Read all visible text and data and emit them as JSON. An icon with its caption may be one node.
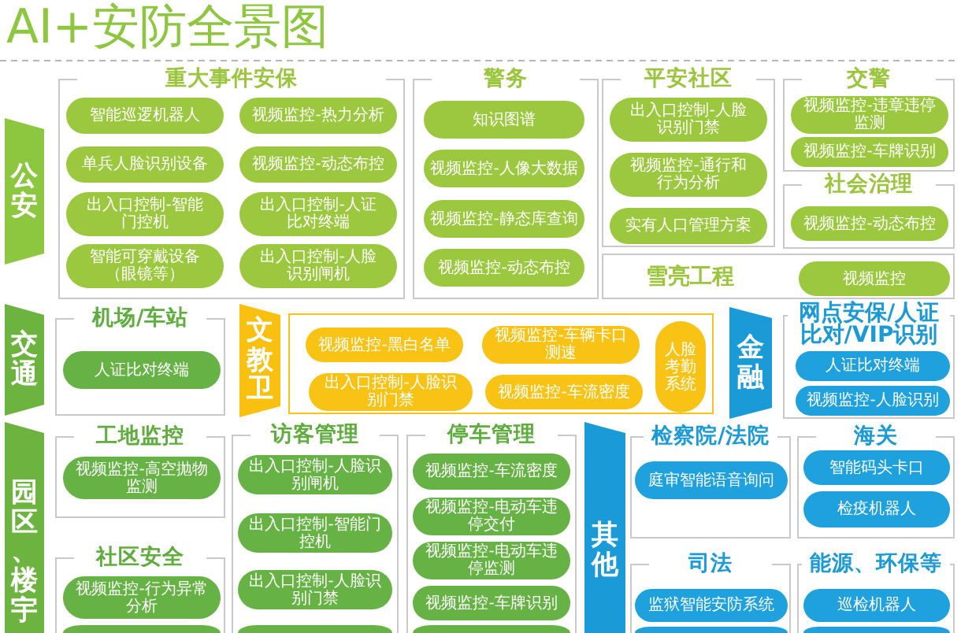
{
  "diagram": {
    "title": "AI+安防全景图",
    "nodes": [
      {
        "text": [
          "公安"
        ]
      },
      {
        "text": [
          "重大事件安保"
        ]
      },
      {
        "text": [
          "智能巡逻机器人"
        ],
        "in": 1
      },
      {
        "text": [
          "视频监控-热力分析"
        ],
        "in": 1
      },
      {
        "text": [
          "单兵人脸识别设备"
        ],
        "in": 1
      },
      {
        "text": [
          "视频监控-动态布控"
        ],
        "in": 1
      },
      {
        "text": [
          "出入口控制-智能门控机"
        ],
        "in": 1
      },
      {
        "text": [
          "出入口控制-人证比对终端"
        ],
        "in": 1
      },
      {
        "text": [
          "智能可穿戴设备（眼镜等）"
        ],
        "in": 1
      },
      {
        "text": [
          "出入口控制-人脸识别闸机"
        ],
        "in": 1
      },
      {
        "text": [
          "警务"
        ]
      },
      {
        "text": [
          "知识图谱"
        ],
        "in": 10
      },
      {
        "text": [
          "视频监控-人像大数据"
        ],
        "in": 10
      },
      {
        "text": [
          "视频监控-静态库查询"
        ],
        "in": 10
      },
      {
        "text": [
          "视频监控-动态布控"
        ],
        "in": 10
      },
      {
        "text": [
          "平安社区"
        ]
      },
      {
        "text": [
          "出入口控制-人脸识别门禁"
        ],
        "in": 15
      },
      {
        "text": [
          "视频监控-通行和行为分析"
        ],
        "in": 15
      },
      {
        "text": [
          "实有人口管理方案"
        ],
        "in": 15
      },
      {
        "text": [
          "交警"
        ]
      },
      {
        "text": [
          "视频监控-违章违停监测"
        ],
        "in": 19
      },
      {
        "text": [
          "视频监控-车牌识别"
        ],
        "in": 19
      },
      {
        "text": [
          "社会治理"
        ]
      },
      {
        "text": [
          "视频监控-动态布控"
        ],
        "in": 22
      },
      {
        "text": [
          "雪亮工程"
        ]
      },
      {
        "text": [
          "视频监控"
        ],
        "in": 24
      },
      {
        "text": [
          "交通"
        ]
      },
      {
        "text": [
          "机场/车站"
        ]
      },
      {
        "text": [
          "人证比对终端"
        ],
        "in": 27
      },
      {
        "text": [
          "文教卫"
        ]
      },
      {
        "text": [],
        "shape": "box"
      },
      {
        "text": [
          "视频监控-黑白名单"
        ],
        "in": 30
      },
      {
        "text": [
          "视频监控-车辆卡口测速"
        ],
        "in": 30
      },
      {
        "text": [
          "人脸考勤系统"
        ],
        "in": 30
      },
      {
        "text": [
          "出入口控制-人脸识别门禁"
        ],
        "in": 30
      },
      {
        "text": [
          "视频监控-车流密度"
        ],
        "in": 30
      },
      {
        "text": [
          "金融"
        ]
      },
      {
        "text": [
          "网点安保/人证比对/VIP识别"
        ]
      },
      {
        "text": [
          "人证比对终端"
        ],
        "in": 37
      },
      {
        "text": [
          "视频监控-人脸识别"
        ],
        "in": 37
      },
      {
        "text": [
          "园区、楼宇"
        ]
      },
      {
        "text": [
          "工地监控"
        ]
      },
      {
        "text": [
          "视频监控-高空抛物监测"
        ],
        "in": 41
      },
      {
        "text": [
          "社区安全"
        ]
      },
      {
        "text": [
          "视频监控-行为异常分析"
        ],
        "in": 43
      },
      {
        "text": [],
        "shape": "box",
        "in": 43
      },
      {
        "text": [
          "访客管理"
        ]
      },
      {
        "text": [
          "出入口控制-人脸识别闸机"
        ],
        "in": 46
      },
      {
        "text": [
          "出入口控制-智能门控机"
        ],
        "in": 46
      },
      {
        "text": [
          "出入口控制-人脸识别门禁"
        ],
        "in": 46
      },
      {
        "text": [],
        "shape": "box",
        "in": 46
      },
      {
        "text": [
          "停车管理"
        ]
      },
      {
        "text": [
          "视频监控-车流密度"
        ],
        "in": 51
      },
      {
        "text": [
          "视频监控-电动车违停交付"
        ],
        "in": 51
      },
      {
        "text": [
          "视频监控-电动车违停监测"
        ],
        "in": 51
      },
      {
        "text": [
          "视频监控-车牌识别"
        ],
        "in": 51
      },
      {
        "text": [],
        "shape": "box",
        "in": 51
      },
      {
        "text": [
          "其他"
        ]
      },
      {
        "text": [
          "检察院/法院"
        ]
      },
      {
        "text": [
          "庭审智能语音询问"
        ],
        "in": 58
      },
      {
        "text": [
          "海关"
        ]
      },
      {
        "text": [
          "智能码头卡口"
        ],
        "in": 60
      },
      {
        "text": [
          "检疫机器人"
        ],
        "in": 60
      },
      {
        "text": [
          "司法"
        ]
      },
      {
        "text": [
          "监狱智能安防系统"
        ],
        "in": 63
      },
      {
        "text": [],
        "shape": "box",
        "in": 63
      },
      {
        "text": [
          "能源、环保等"
        ]
      },
      {
        "text": [
          "巡检机器人"
        ],
        "in": 66
      },
      {
        "text": [],
        "shape": "box",
        "in": 66
      }
    ]
  }
}
